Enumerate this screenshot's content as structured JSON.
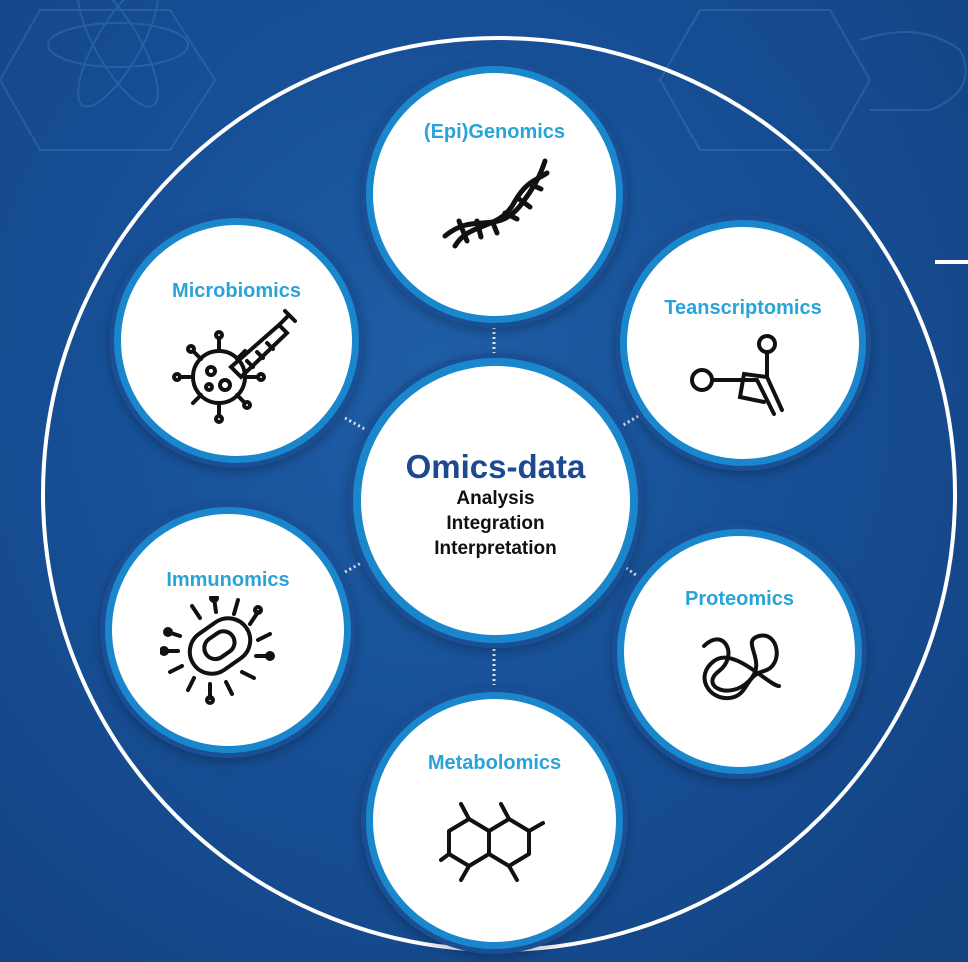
{
  "center": {
    "title": "Omics-data",
    "lines": [
      "Analysis",
      "Integration",
      "Interpretation"
    ]
  },
  "nodes": [
    {
      "label": "(Epi)Genomics",
      "icon": "dna-icon"
    },
    {
      "label": "Teanscriptomics",
      "icon": "rna-hairpin-icon"
    },
    {
      "label": "Proteomics",
      "icon": "protein-fold-icon"
    },
    {
      "label": "Metabolomics",
      "icon": "molecule-rings-icon"
    },
    {
      "label": "Immunomics",
      "icon": "bacterium-icon"
    },
    {
      "label": "Microbiomics",
      "icon": "virus-syringe-icon"
    }
  ],
  "colors": {
    "background": "#174f96",
    "ring": "#1a86cc",
    "label": "#2aa3d8",
    "title": "#1c4a90"
  }
}
